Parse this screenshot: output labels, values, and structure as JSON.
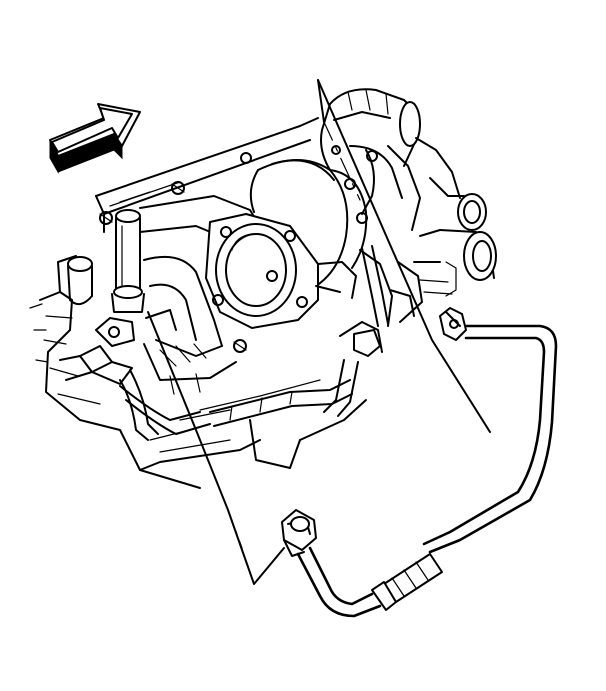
{
  "diagram": {
    "kind": "line-art-illustration",
    "subject": "turbocharger-oil-line-on-engine",
    "colors": {
      "background": "#ffffff",
      "ink": "#000000"
    },
    "icons": {
      "direction_arrow": "front-direction-arrow-icon"
    },
    "callouts": [
      {
        "label": "",
        "target": "turbocharger"
      },
      {
        "label": "",
        "target": "oil-feed-line-lower-fitting"
      }
    ]
  }
}
